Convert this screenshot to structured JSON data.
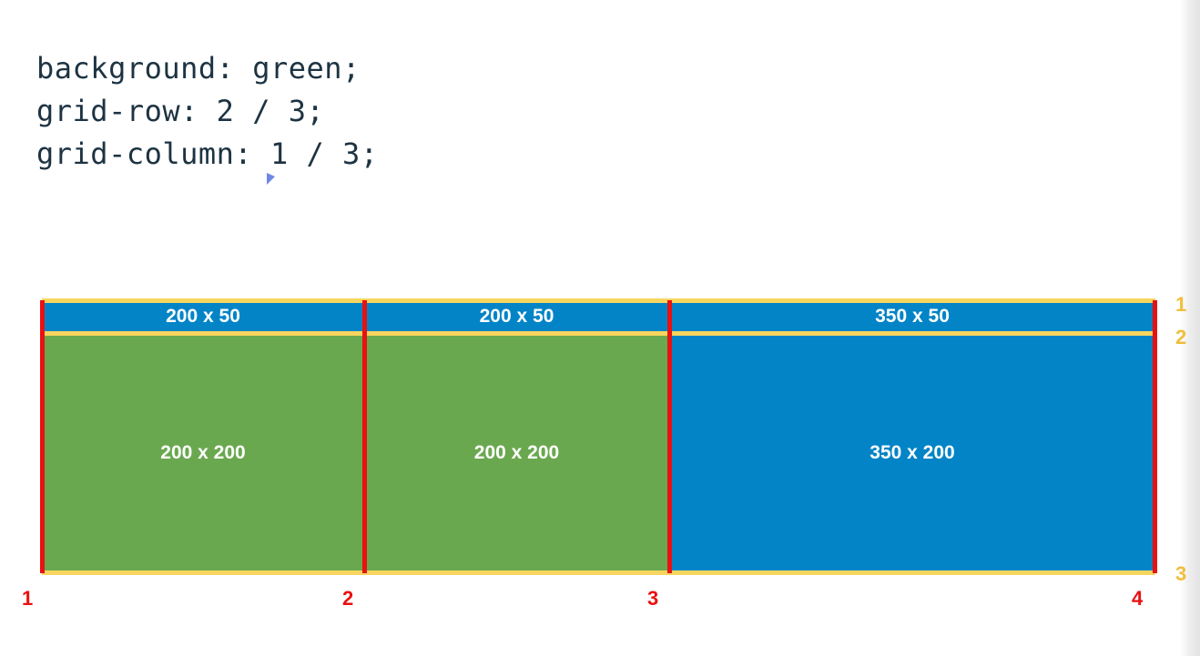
{
  "colors": {
    "blue_item": "#0284c7",
    "green_item": "#6aa84f",
    "row_line": "#f7d55f",
    "column_line": "#e91111",
    "row_number": "#f1be3c",
    "column_number": "#e91111",
    "code_text": "#1d3342"
  },
  "code": {
    "line1": "background: green;",
    "line2": "grid-row: 2 / 3;",
    "line3": "grid-column: 1 / 3;"
  },
  "cells": {
    "row1": [
      "200 x 50",
      "200 x 50",
      "350 x 50"
    ],
    "row2": [
      "200 x 200",
      "200 x 200",
      "350 x 200"
    ]
  },
  "highlight": {
    "row_start": 2,
    "row_end": 3,
    "column_start": 1,
    "column_end": 3,
    "color_name": "green"
  },
  "row_line_numbers": [
    "1",
    "2",
    "3"
  ],
  "column_line_numbers": [
    "1",
    "2",
    "3",
    "4"
  ],
  "icons": {
    "cursor": "mouse-pointer-icon"
  }
}
